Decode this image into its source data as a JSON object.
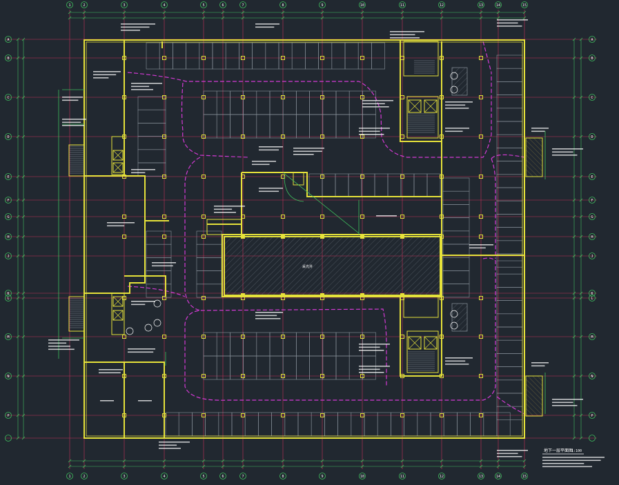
{
  "drawing": {
    "title": "地下一层平面图",
    "scale": "1:100"
  },
  "grid_labels": {
    "top": [
      "1",
      "2",
      "3",
      "4",
      "5",
      "6",
      "7",
      "8",
      "9",
      "10",
      "11",
      "12",
      "13",
      "14",
      "15"
    ],
    "left": [
      "A",
      "B",
      "C",
      "D",
      "E",
      "F",
      "G",
      "H",
      "J",
      "K",
      "L",
      "M",
      "N",
      "P"
    ]
  },
  "room_labels": {
    "central_void": "采光井"
  },
  "colors": {
    "background": "#212830",
    "grid_line": "#c5325b",
    "wall": "#e6e23a",
    "drive_aisle": "#d53ad6",
    "parking_stall": "#8a939c",
    "dimension": "#3fbf5e",
    "annotation": "#ffffff",
    "hatch": "#5d6670"
  }
}
